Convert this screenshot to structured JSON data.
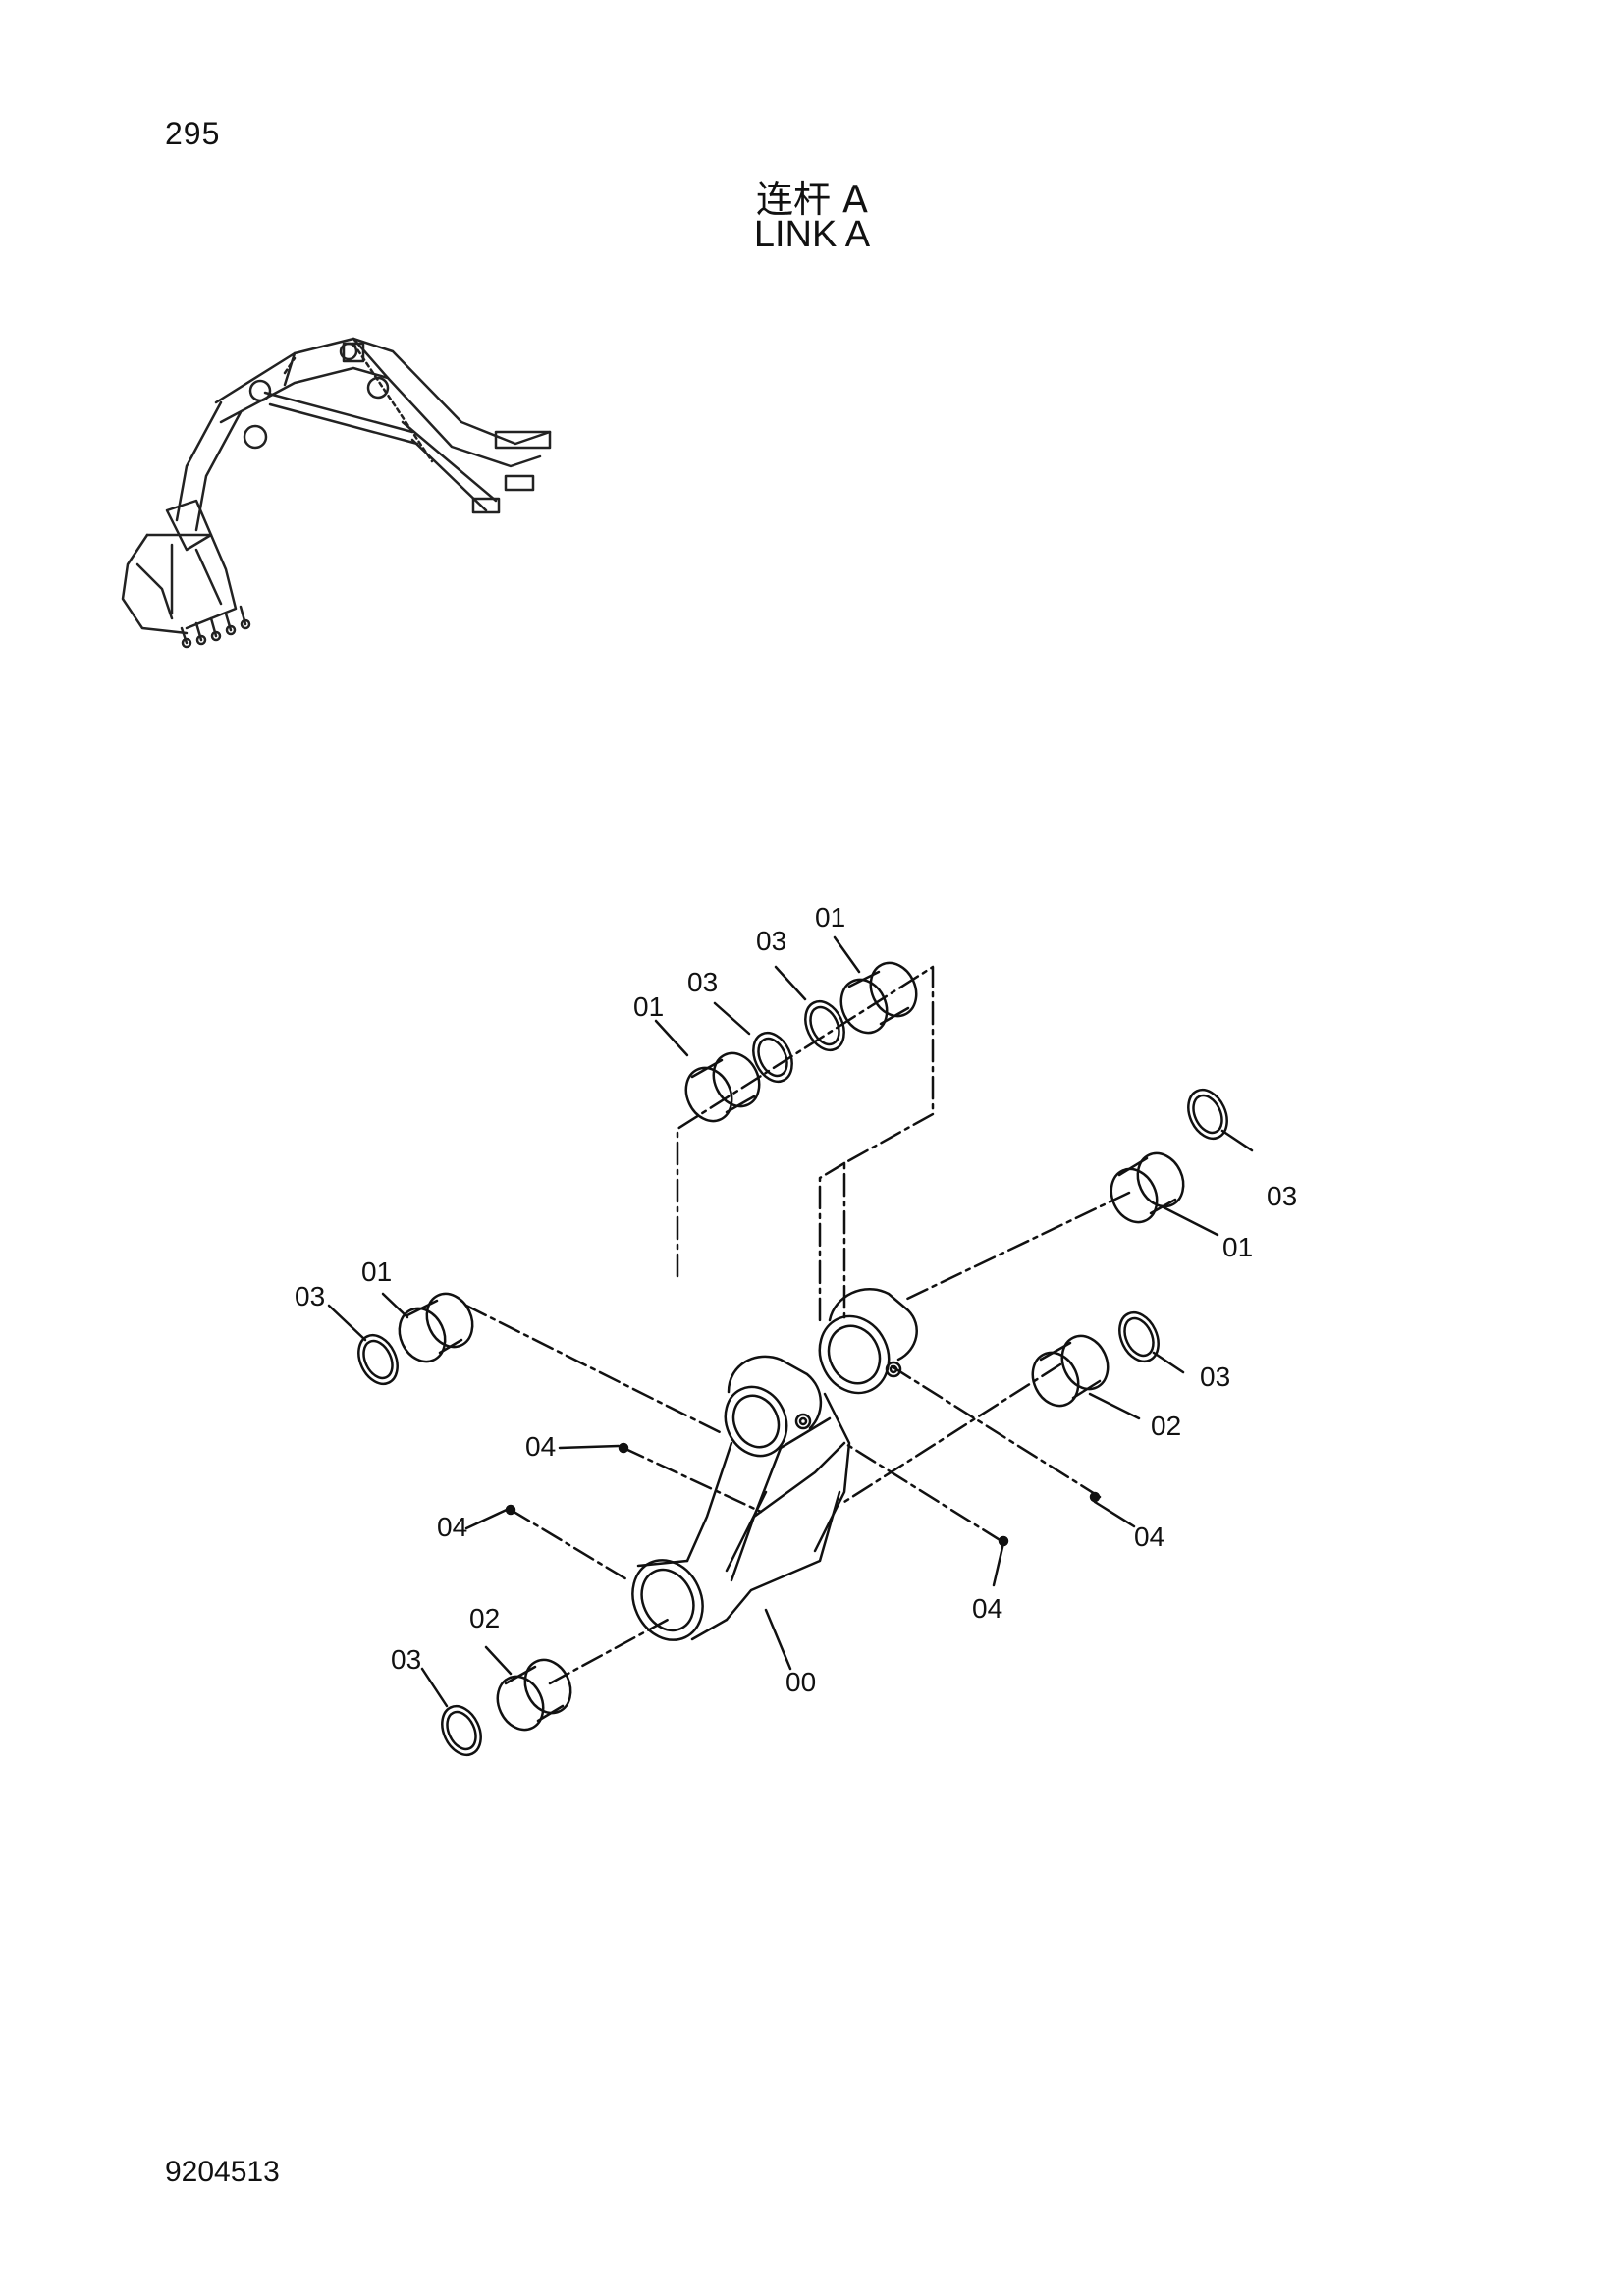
{
  "page_number": "295",
  "title_cn": "连杆 A",
  "title_en": "LINK A",
  "doc_number": "9204513",
  "callouts": {
    "top_01_a": "01",
    "top_03_a": "03",
    "top_03_b": "03",
    "top_01_b": "01",
    "left_01": "01",
    "left_03": "03",
    "right_03_top": "03",
    "right_01": "01",
    "right_03_mid": "03",
    "right_02": "02",
    "pin_04_a": "04",
    "pin_04_b": "04",
    "pin_04_c": "04",
    "pin_04_d": "04",
    "bottom_02": "02",
    "bottom_03": "03",
    "link_00": "00"
  }
}
